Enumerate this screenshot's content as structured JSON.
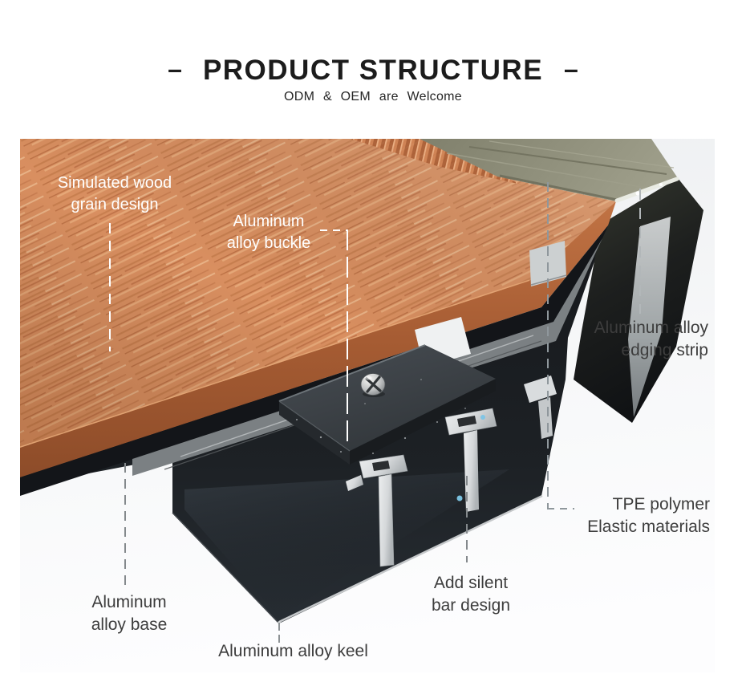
{
  "header": {
    "dash_left": "–",
    "title": "PRODUCT STRUCTURE",
    "dash_right": "–",
    "subtitle": "ODM & OEM are Welcome"
  },
  "diagram": {
    "labels": {
      "wood_grain": {
        "line1": "Simulated wood",
        "line2": "grain design"
      },
      "buckle": {
        "line1": "Aluminum",
        "line2": "alloy buckle"
      },
      "edging": {
        "line1": "Aluminum alloy",
        "line2": "edging strip"
      },
      "tpe": {
        "line1": "TPE polymer",
        "line2": "Elastic materials"
      },
      "silent_bar": {
        "line1": "Add silent",
        "line2": "bar design"
      },
      "base": {
        "line1": "Aluminum",
        "line2": "alloy base"
      },
      "keel": {
        "text": "Aluminum alloy keel"
      }
    },
    "colors": {
      "wood_surface": "#d98f60",
      "wood_streak": "#b96b41",
      "wood_bevel": "#a65c33",
      "edging_strip_olive": "#8e8e7b",
      "metal_dark": "#1b1e21",
      "metal_inner_light": "#cfd3d4",
      "keel_dark": "#1d2125",
      "clip_metal": "#dfe2e4",
      "label_dark": "#3d3d3d",
      "label_light": "#ffffff",
      "glint_blue": "#7ec8e8",
      "photo_bg_top": "#edeff1",
      "photo_bg_bottom": "#fcfdfe"
    }
  }
}
